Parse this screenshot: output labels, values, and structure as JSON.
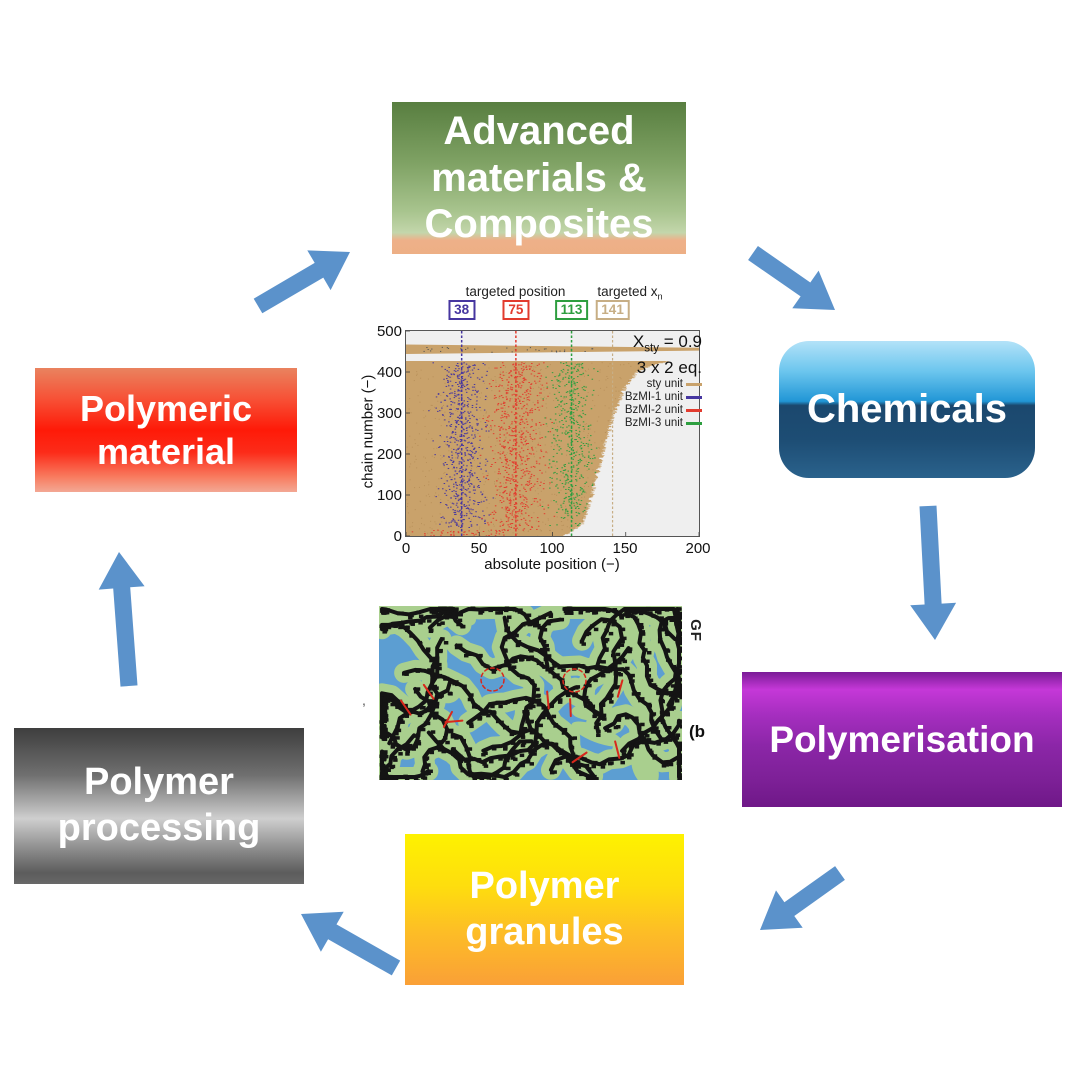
{
  "diagram": {
    "arrow_color": "#5b92cb",
    "nodes": {
      "advanced": {
        "line1": "Advanced",
        "line2": "materials &",
        "line3": "Composites"
      },
      "chemicals": {
        "label": "Chemicals"
      },
      "polymerisation": {
        "label": "Polymerisation"
      },
      "granules": {
        "line1": "Polymer",
        "line2": "granules"
      },
      "processing": {
        "line1": "Polymer",
        "line2": "processing"
      },
      "material": {
        "line1": "Polymeric",
        "line2": "material"
      }
    },
    "flow": [
      "Polymeric material -> Advanced materials & Composites",
      "Advanced materials & Composites -> Chemicals",
      "Chemicals -> Polymerisation",
      "Polymerisation -> Polymer granules",
      "Polymer granules -> Polymer processing",
      "Polymer processing -> Polymeric material"
    ]
  },
  "chart_data": {
    "type": "scatter",
    "xlabel": "absolute position (−)",
    "ylabel": "chain number (−)",
    "xlim": [
      0,
      200
    ],
    "ylim": [
      0,
      500
    ],
    "x_ticks": [
      "0",
      "50",
      "100",
      "150",
      "200"
    ],
    "y_ticks_top_to_bottom": [
      "500",
      "400",
      "300",
      "200",
      "100",
      "0"
    ],
    "annotation_line1": {
      "base": "X",
      "sub": "sty",
      "rest": " = 0.9"
    },
    "annotation_line2": "3 x 2 eq.",
    "top_label_position": "targeted position",
    "top_label_xn": {
      "base": "targeted x",
      "sub": "n"
    },
    "targeted": [
      {
        "value": 38,
        "color": "#4636a0"
      },
      {
        "value": 75,
        "color": "#e23b2e"
      },
      {
        "value": 113,
        "color": "#2d9e3f"
      },
      {
        "value": 141,
        "color": "#c7ae85"
      }
    ],
    "legend": [
      {
        "label": "sty unit",
        "color": "#c9a26b"
      },
      {
        "label": "BzMI-1 unit",
        "color": "#4636a0"
      },
      {
        "label": "BzMI-2 unit",
        "color": "#e23b2e"
      },
      {
        "label": "BzMI-3 unit",
        "color": "#2d9e3f"
      }
    ],
    "sty_envelope_chain_vs_maxpos": [
      [
        0,
        108
      ],
      [
        30,
        120
      ],
      [
        100,
        127
      ],
      [
        200,
        134
      ],
      [
        300,
        142
      ],
      [
        360,
        149
      ],
      [
        400,
        158
      ],
      [
        415,
        166
      ],
      [
        428,
        180
      ]
    ],
    "gap_band_chains": [
      428,
      444
    ],
    "top_band_chains": [
      444,
      467
    ]
  },
  "morphology": {
    "side_label": "GF",
    "corner_label": "(b",
    "left_mark": ",",
    "colors": {
      "background": "#5c9ed2",
      "matrix": "#a9cf8e",
      "filler": "#141414",
      "marks": "#d8281c"
    }
  }
}
